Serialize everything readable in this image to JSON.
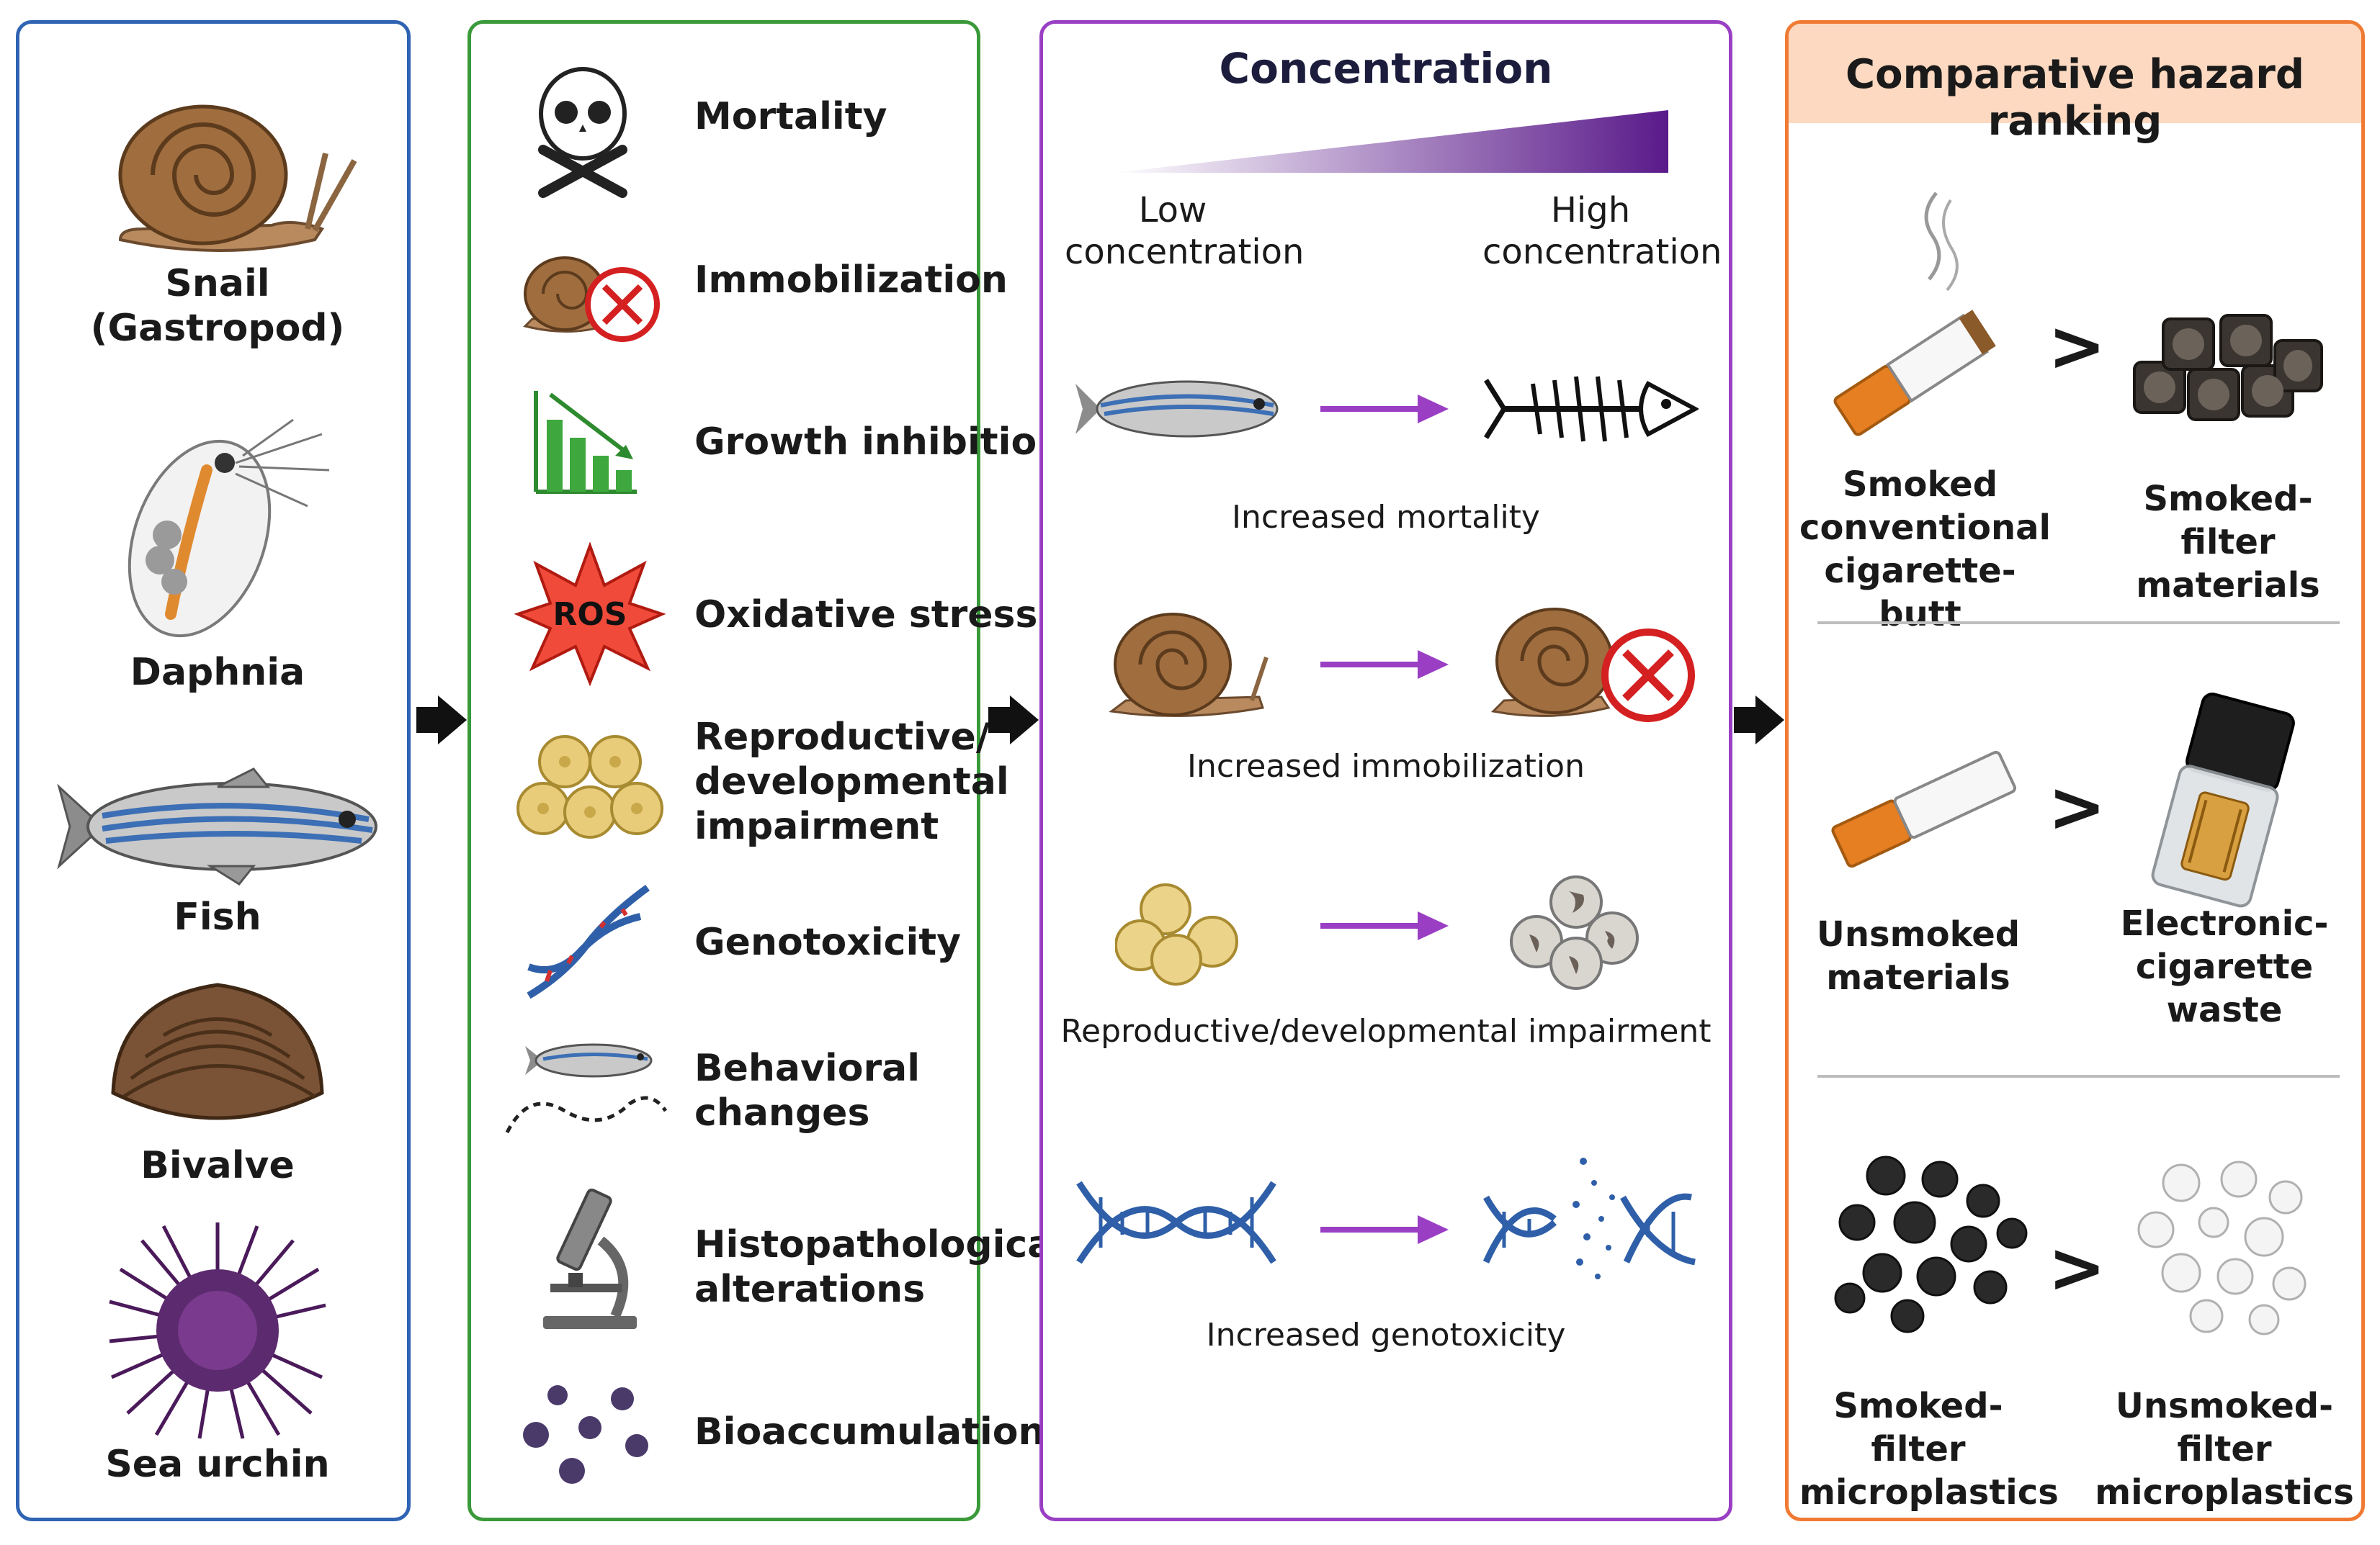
{
  "organisms": {
    "snail": "Snail\n(Gastropod)",
    "daphnia": "Daphnia",
    "fish": "Fish",
    "bivalve": "Bivalve",
    "urchin": "Sea urchin"
  },
  "effects": {
    "mortality": "Mortality",
    "immobilization": "Immobilization",
    "growth": "Growth inhibition",
    "ros_badge": "ROS",
    "oxidative": "Oxidative stress",
    "reproductive": "Reproductive/\ndevelopmental\nimpairment",
    "genotoxicity": "Genotoxicity",
    "behavioral": "Behavioral\nchanges",
    "histo": "Histopathological\nalterations",
    "bioaccumulation": "Bioaccumulation"
  },
  "concentration": {
    "title": "Concentration",
    "low": "Low\nconcentration",
    "high": "High\nconcentration",
    "cap_mortality": "Increased mortality",
    "cap_immobilization": "Increased immobilization",
    "cap_reproductive": "Reproductive/developmental impairment",
    "cap_genotoxicity": "Increased genotoxicity",
    "gradient_color": "#5a1a8a",
    "arrow_color": "#9a3fc4"
  },
  "hazard": {
    "title": "Comparative hazard ranking",
    "gt": ">",
    "row1_left": "Smoked\nconventional\ncigarette-butt",
    "row1_right": "Smoked-filter\nmaterials",
    "row2_left": "Unsmoked\nmaterials",
    "row2_right": "Electronic-\ncigarette\nwaste",
    "row3_left": "Smoked-filter\nmicroplastics",
    "row3_right": "Unsmoked-filter\nmicroplastics"
  }
}
